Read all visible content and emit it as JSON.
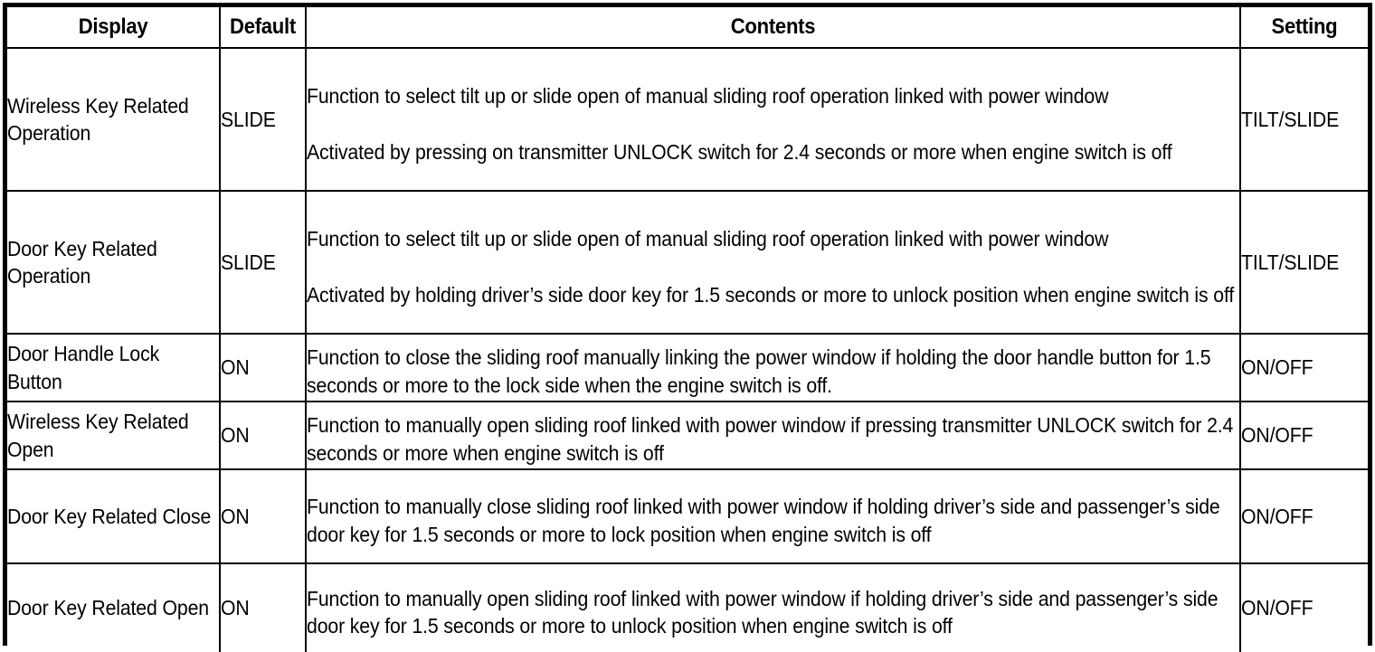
{
  "table": {
    "headers": [
      {
        "key": "display",
        "label": "Display"
      },
      {
        "key": "default",
        "label": "Default"
      },
      {
        "key": "contents",
        "label": "Contents"
      },
      {
        "key": "setting",
        "label": "Setting"
      }
    ],
    "rows": [
      {
        "display": "Wireless Key Related Operation",
        "default": "SLIDE",
        "contents_paragraphs": [
          "Function to select tilt up or slide open of manual sliding roof operation linked with power window",
          "Activated by pressing on transmitter UNLOCK switch for 2.4 seconds or more when engine switch is off"
        ],
        "setting": "TILT/SLIDE"
      },
      {
        "display": "Door Key Related Operation",
        "default": "SLIDE",
        "contents_paragraphs": [
          "Function to select tilt up or slide open of manual sliding roof operation linked with power window",
          "Activated by holding driver’s side door key for 1.5 seconds or more to unlock position when engine switch is off"
        ],
        "setting": "TILT/SLIDE"
      },
      {
        "display": "Door Handle Lock Button",
        "default": "ON",
        "contents_paragraphs": [
          "Function to close the sliding roof manually linking the power window if holding the door handle button for 1.5 seconds or more to the lock side when the engine switch is off."
        ],
        "setting": "ON/OFF"
      },
      {
        "display": "Wireless Key Related Open",
        "default": "ON",
        "contents_paragraphs": [
          "Function to manually open sliding roof linked with power window if pressing transmitter UNLOCK switch for 2.4 seconds or more when engine switch is off"
        ],
        "setting": "ON/OFF"
      },
      {
        "display": "Door Key Related Close",
        "default": "ON",
        "contents_paragraphs": [
          "Function to manually close sliding roof linked with power window if holding driver’s side and passenger’s side door key for 1.5 seconds or more to lock position when engine switch is off"
        ],
        "setting": "ON/OFF"
      },
      {
        "display": "Door Key Related Open",
        "default": "ON",
        "contents_paragraphs": [
          "Function to manually open sliding roof linked with power window if holding driver’s side and passenger’s side door key for 1.5 seconds or more to unlock position when engine switch is off"
        ],
        "setting": "ON/OFF"
      }
    ]
  },
  "colors": {
    "text": "#000000",
    "border": "#000000",
    "background": "#ffffff"
  }
}
